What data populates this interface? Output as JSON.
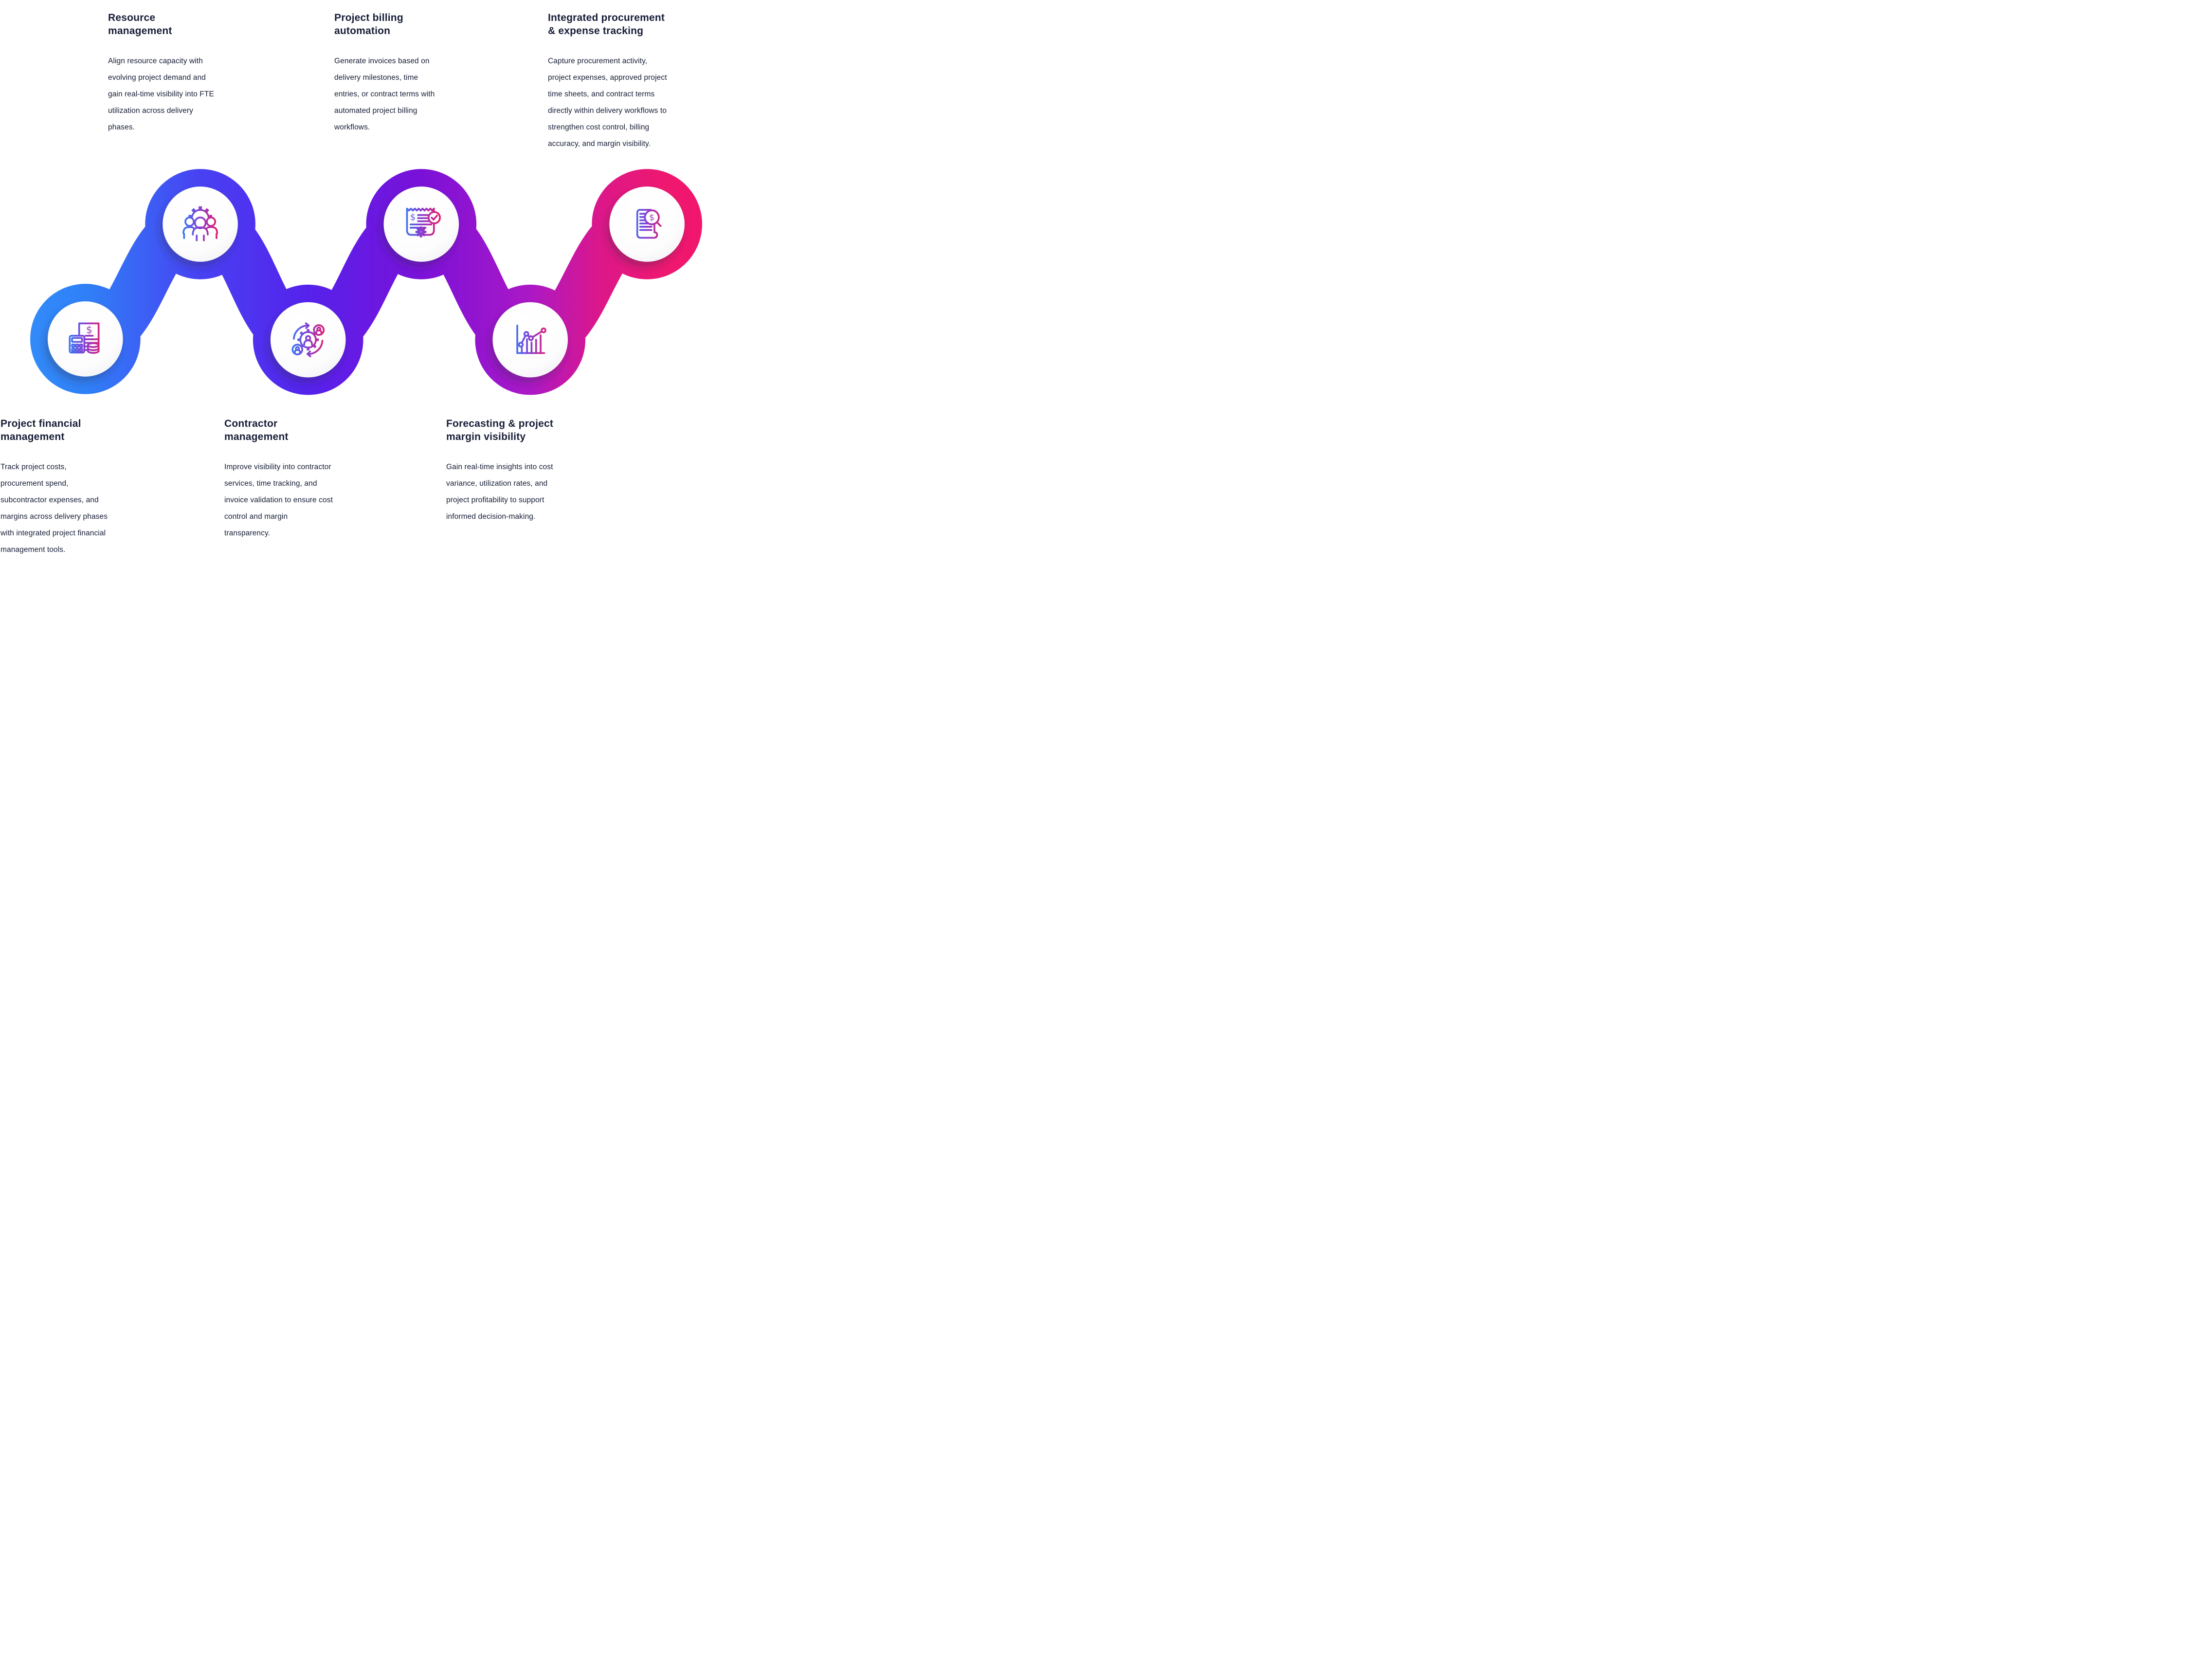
{
  "palette": {
    "text_color": "#161D36",
    "background": "#FFFFFF",
    "bubble_fill": "#FFFFFF",
    "chain_gradient": [
      "#3490FA",
      "#2F80F7",
      "#4841F2",
      "#5522EC",
      "#7A11D8",
      "#AB18C6",
      "#DC1789",
      "#EE1870",
      "#F5136A"
    ],
    "icon_gradient": [
      "#2F80F7",
      "#7E42D8",
      "#EE1A67"
    ]
  },
  "features": [
    {
      "id": "resource-management",
      "row": "top",
      "icon": "team-gear-icon",
      "title": "Resource\nmanagement",
      "description": "Align resource capacity with\nevolving project demand and\ngain real-time visibility into FTE\nutilization across delivery\nphases."
    },
    {
      "id": "project-billing-automation",
      "row": "top",
      "icon": "invoice-check-gear-icon",
      "title": "Project billing\nautomation",
      "description": "Generate invoices based on\ndelivery milestones, time\nentries, or contract terms with\nautomated project billing\nworkflows."
    },
    {
      "id": "integrated-procurement-expense-tracking",
      "row": "top",
      "icon": "scroll-dollar-magnifier-icon",
      "title": "Integrated procurement\n& expense tracking",
      "description": "Capture procurement activity,\nproject expenses, approved project\ntime sheets, and contract terms\ndirectly within delivery workflows to\nstrengthen cost control, billing\naccuracy, and margin visibility."
    },
    {
      "id": "project-financial-management",
      "row": "bottom",
      "icon": "calculator-invoice-coins-icon",
      "title": "Project financial\nmanagement",
      "description": "Track project costs,\nprocurement spend,\nsubcontractor expenses, and\nmargins across delivery phases\nwith integrated project financial\nmanagement tools."
    },
    {
      "id": "contractor-management",
      "row": "bottom",
      "icon": "people-gear-sync-icon",
      "title": "Contractor\nmanagement",
      "description": "Improve visibility into contractor\nservices, time tracking, and\ninvoice validation to ensure cost\ncontrol and margin\ntransparency."
    },
    {
      "id": "forecasting-project-margin-visibility",
      "row": "bottom",
      "icon": "growth-chart-icon",
      "title": "Forecasting & project\nmargin visibility",
      "description": "Gain real-time insights into cost\nvariance, utilization rates, and\nproject profitability to support\ninformed decision-making."
    }
  ]
}
